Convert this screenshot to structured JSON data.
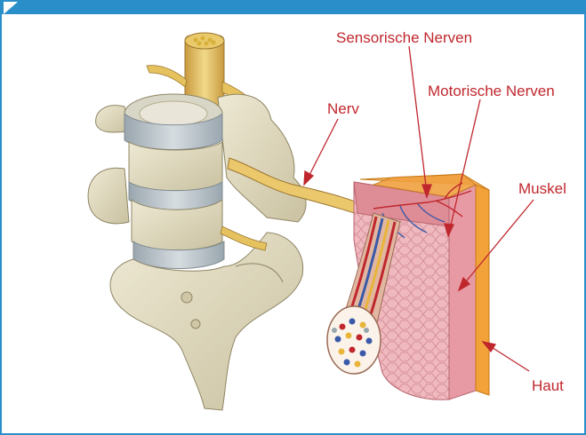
{
  "labels": {
    "sensory_nerves": "Sensorische Nerven",
    "motor_nerves": "Motorische Nerven",
    "nerve": "Nerv",
    "muscle": "Muskel",
    "skin": "Haut"
  },
  "colors": {
    "frame": "#2a8fc9",
    "label": "#c0272d",
    "bone": "#e2dcc2",
    "disc": "#b9c3c9",
    "nerve": "#e8c46a",
    "muscle": "#e9a9b0",
    "skin": "#f3a23a"
  }
}
